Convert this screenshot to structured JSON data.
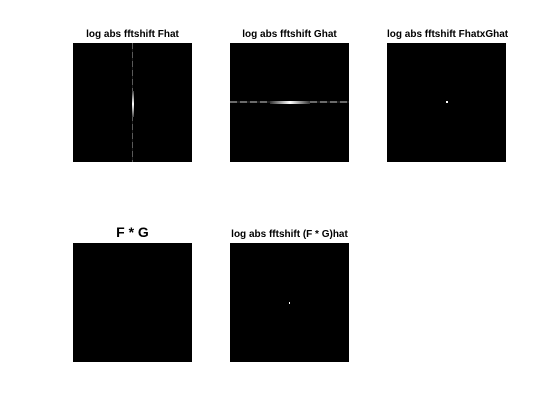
{
  "figure": {
    "background": "#ffffff",
    "image_background": "#000000",
    "panels": [
      {
        "id": "fhat",
        "title": "log abs fftshift Fhat",
        "title_size": "small"
      },
      {
        "id": "ghat",
        "title": "log abs fftshift Ghat",
        "title_size": "small"
      },
      {
        "id": "fhatxghat",
        "title": "log abs fftshift FhatxGhat",
        "title_size": "small"
      },
      {
        "id": "fconvg",
        "title": "F * G",
        "title_size": "large"
      },
      {
        "id": "fconvghat",
        "title": "log abs fftshift (F * G)hat",
        "title_size": "small"
      }
    ]
  }
}
